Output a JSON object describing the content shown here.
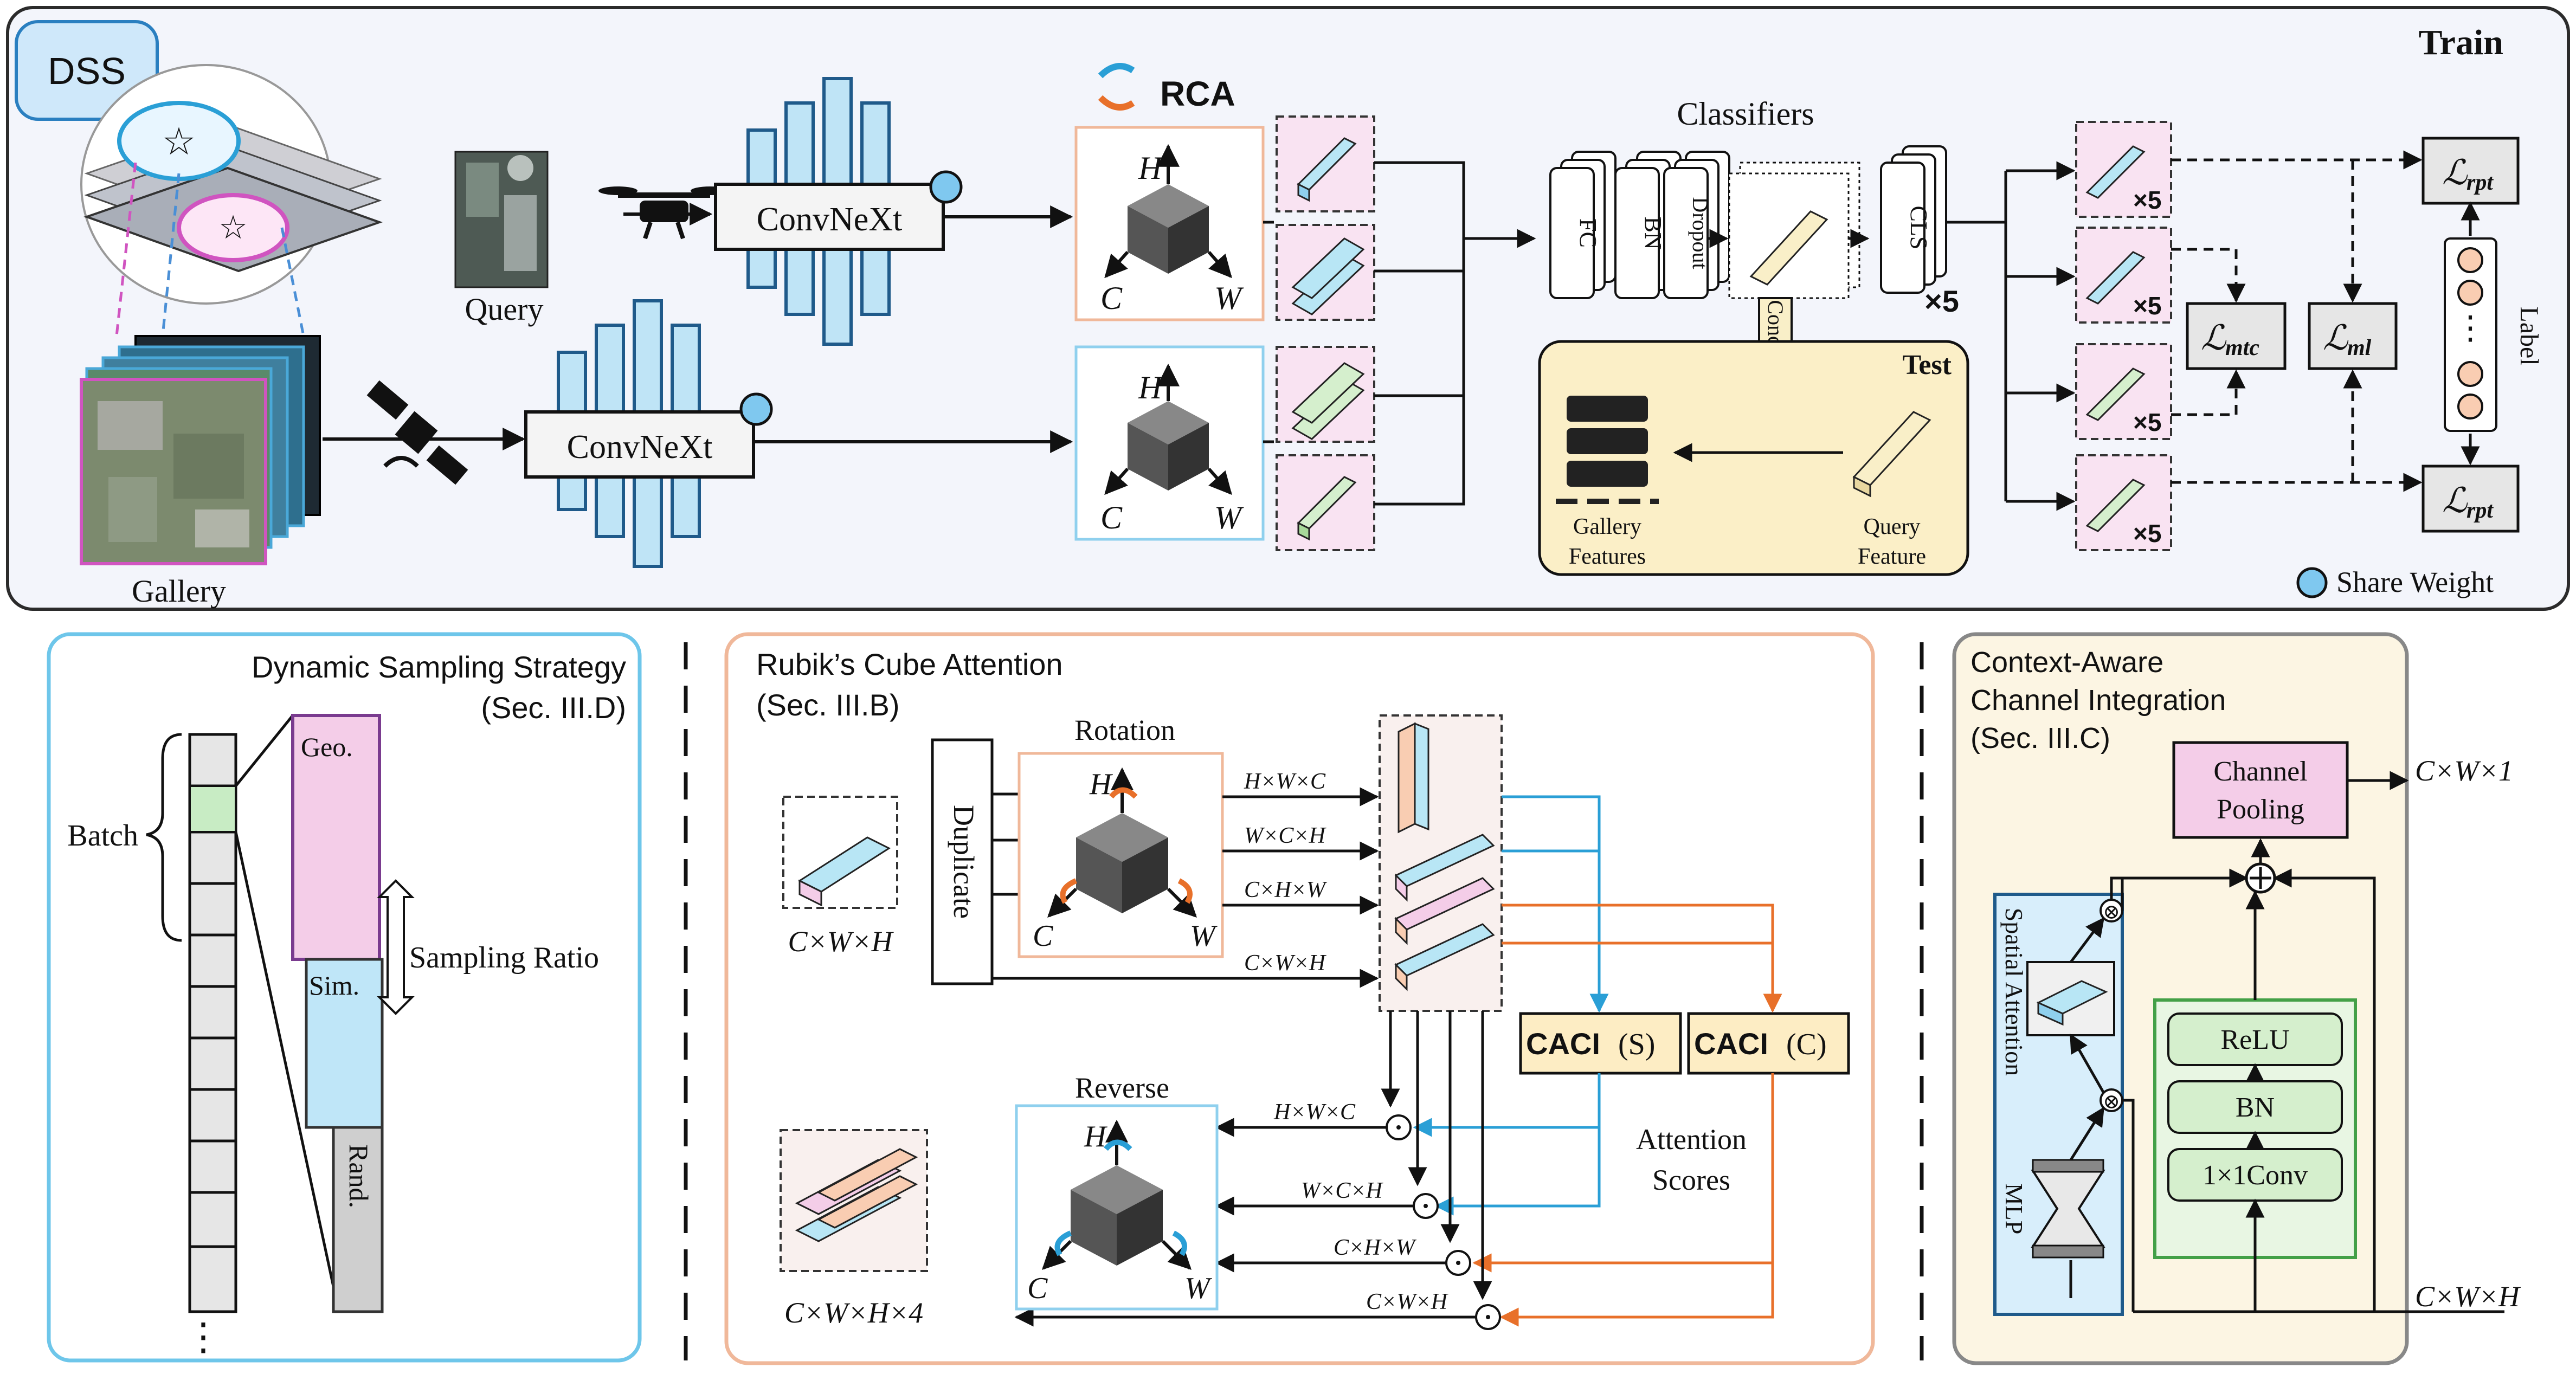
{
  "train": {
    "title": "Train",
    "dss_badge": "DSS",
    "query_label": "Query",
    "gallery_label": "Gallery",
    "backbone_top": "ConvNeXt",
    "backbone_bottom": "ConvNeXt",
    "rca_label": "RCA",
    "axis_h": "H",
    "axis_c": "C",
    "axis_w": "W",
    "classifiers_title": "Classifiers",
    "fc": "FC",
    "bn": "BN",
    "dropout": "Dropout",
    "cls": "CLS",
    "times5": "×5",
    "concat": "Concat",
    "loss_rpt": "ℒ",
    "loss_rpt_sub": "rpt",
    "loss_mtc": "ℒ",
    "loss_mtc_sub": "mtc",
    "loss_ml": "ℒ",
    "loss_ml_sub": "ml",
    "label_vertical": "Label",
    "share_weight": "Share Weight",
    "test": {
      "title": "Test",
      "gallery_features_1": "Gallery",
      "gallery_features_2": "Features",
      "query_feature_1": "Query",
      "query_feature_2": "Feature"
    }
  },
  "dss": {
    "title": "Dynamic Sampling Strategy",
    "sec": "(Sec. III.D)",
    "batch": "Batch",
    "geo": "Geo.",
    "sim": "Sim.",
    "rand": "Rand.",
    "sampling_ratio": "Sampling Ratio",
    "ellipsis": "⋮"
  },
  "rca": {
    "title": "Rubik’s Cube Attention",
    "sec": "(Sec. III.B)",
    "rotation": "Rotation",
    "reverse": "Reverse",
    "duplicate": "Duplicate",
    "input_dims": "C×W×H",
    "output_dims": "C×W×H×4",
    "perm_1": "H×W×C",
    "perm_2": "W×C×H",
    "perm_3": "C×H×W",
    "perm_4": "C×W×H",
    "caci_s": "CACI",
    "caci_s_suffix": "(S)",
    "caci_c": "CACI",
    "caci_c_suffix": "(C)",
    "attention_1": "Attention",
    "attention_2": "Scores"
  },
  "caci": {
    "title_1": "Context-Aware",
    "title_2": "Channel Integration",
    "sec": "(Sec. III.C)",
    "channel_pooling_1": "Channel",
    "channel_pooling_2": "Pooling",
    "out_dims": "C×W×1",
    "in_dims": "C×W×H",
    "spatial_attention": "Spatial Attention",
    "mlp": "MLP",
    "relu": "ReLU",
    "bn": "BN",
    "conv": "1×1Conv"
  },
  "colors": {
    "panel_border": "#2b2b2b",
    "train_bg": "#f3f5fb",
    "dss_border": "#6ec6ea",
    "rca_border": "#f0b89a",
    "caci_border": "#888888",
    "caci_bg": "#fcf5e3",
    "backbone_fill": "#bfe4f6",
    "backbone_stroke": "#1f5a8a",
    "pink": "#f4cde8",
    "cyan": "#b8e6f5",
    "orange": "#f9cdb2",
    "green": "#d5efcd",
    "test_bg": "#fbefc7",
    "caci_block": "#fdedc4",
    "blue_arrow": "#2a9fd6",
    "orange_arrow": "#e8702a",
    "green_box": "#43a047",
    "sa_bg": "#d8eefb"
  }
}
